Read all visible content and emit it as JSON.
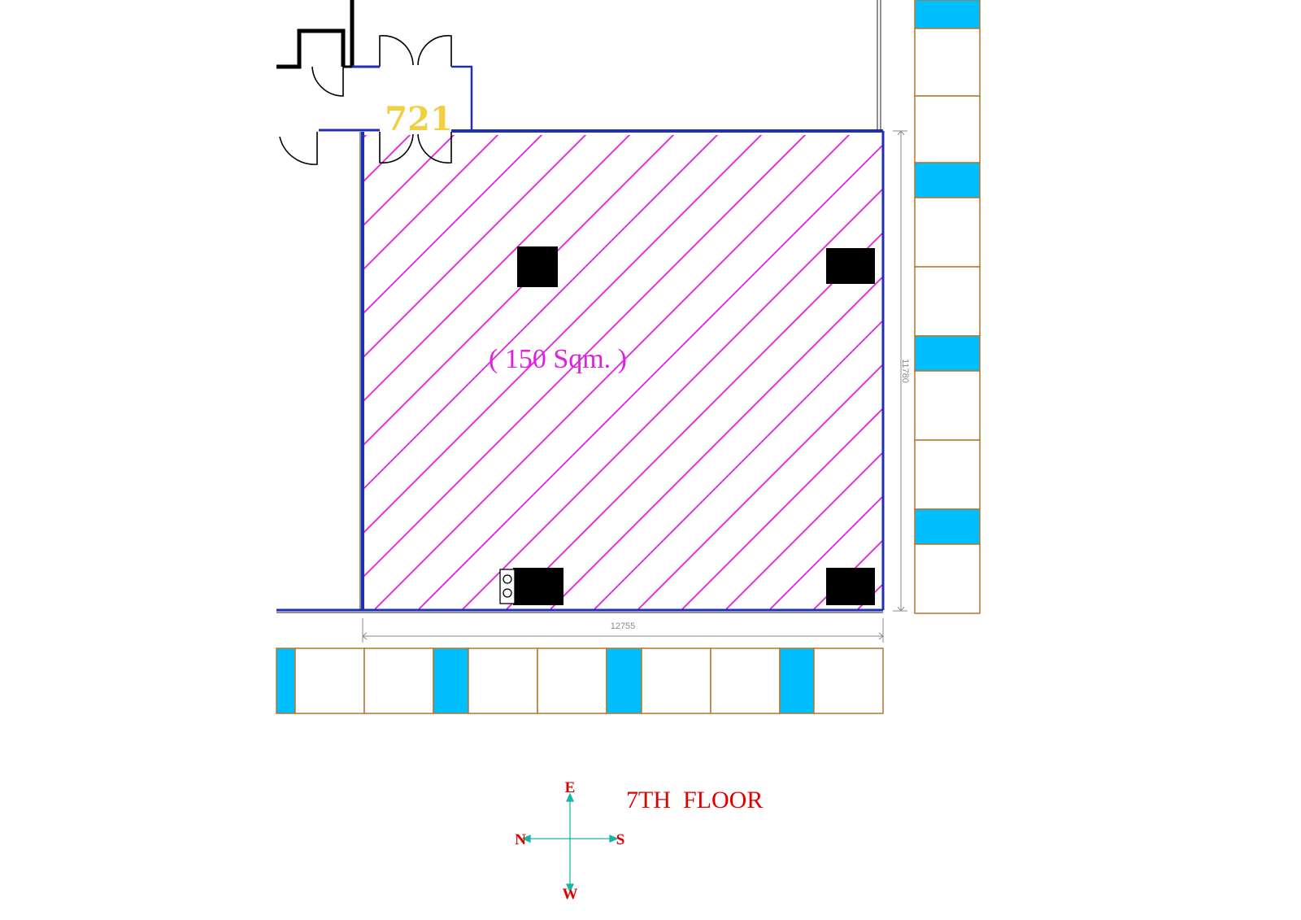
{
  "room": {
    "number": "721",
    "area_label": "( 150 Sqm. )"
  },
  "dimensions": {
    "width": "12755",
    "height": "11780"
  },
  "compass": {
    "east": "E",
    "west": "W",
    "north": "N",
    "south": "S"
  },
  "floor": {
    "label": "7TH  FLOOR"
  },
  "colors": {
    "wall": "#1f2fb8",
    "hatch": "#e020e0",
    "room_number": "#f0d040",
    "window_glass": "#00bfff",
    "window_frame": "#b5762e",
    "dimension": "#888888",
    "compass_arrow": "#19b5a5",
    "compass_letter": "#e00000",
    "floor_label": "#e00000",
    "column": "#000000"
  }
}
